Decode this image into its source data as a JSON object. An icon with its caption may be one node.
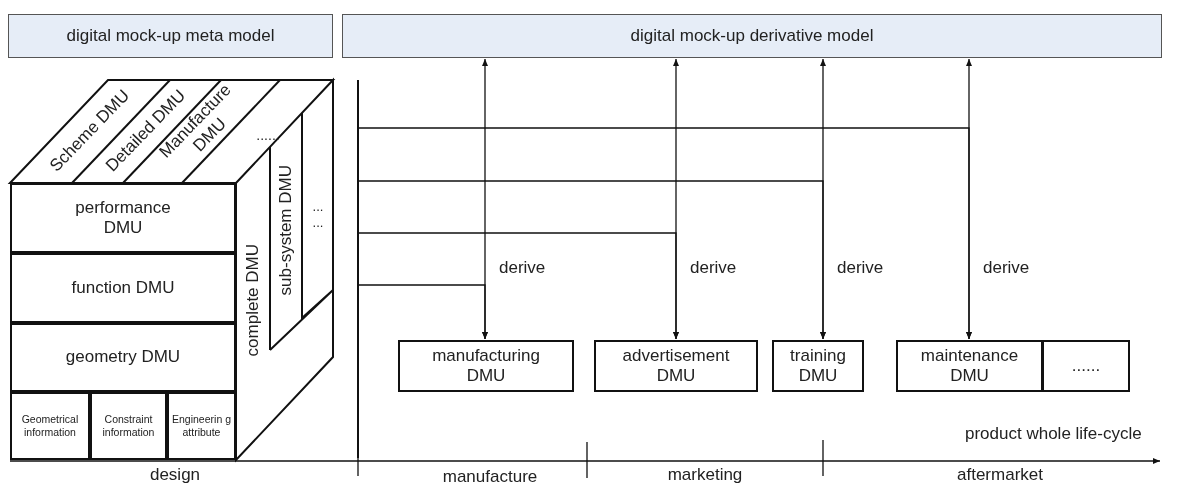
{
  "diagram": {
    "nodes": [
      {
        "text": [
          "digital mock-up meta model"
        ]
      },
      {
        "text": [
          "digital mock-up derivative model"
        ]
      },
      {
        "text": [
          "Scheme DMU"
        ]
      },
      {
        "text": [
          "Detailed DMU"
        ]
      },
      {
        "text": [
          "Manufacture DMU"
        ]
      },
      {
        "text": [
          "......"
        ]
      },
      {
        "text": [
          "performance DMU"
        ]
      },
      {
        "text": [
          "function DMU"
        ]
      },
      {
        "text": [
          "geometry DMU"
        ]
      },
      {
        "text": [
          "Geometrical information"
        ]
      },
      {
        "text": [
          "Constraint information"
        ]
      },
      {
        "text": [
          "Engineerin g attribute"
        ]
      },
      {
        "text": [
          "complete DMU"
        ]
      },
      {
        "text": [
          "sub-system DMU"
        ]
      },
      {
        "text": [
          "... ..."
        ]
      },
      {
        "text": [
          "manufacturing DMU"
        ]
      },
      {
        "text": [
          "advertisement DMU"
        ]
      },
      {
        "text": [
          "training DMU"
        ]
      },
      {
        "text": [
          "maintenance DMU"
        ]
      },
      {
        "text": [
          "......"
        ]
      },
      {
        "text": [],
        "shape": "bar"
      }
    ],
    "edges": [
      {
        "from": 1,
        "to": 15,
        "arrow": "both",
        "label": "derive"
      },
      {
        "from": 1,
        "to": 16,
        "arrow": "both",
        "label": "derive"
      },
      {
        "from": 1,
        "to": 17,
        "arrow": "both",
        "label": "derive"
      },
      {
        "from": 1,
        "to": 18,
        "arrow": "both",
        "label": "derive"
      },
      {
        "from": 20,
        "to": 15,
        "arrow": "to"
      },
      {
        "from": 20,
        "to": 16,
        "arrow": "to"
      },
      {
        "from": 20,
        "to": 17,
        "arrow": "to"
      },
      {
        "from": 20,
        "to": 18,
        "arrow": "to"
      }
    ],
    "labels": [
      "product whole life-cycle",
      "design",
      "manufacture",
      "marketing",
      "aftermarket"
    ]
  }
}
